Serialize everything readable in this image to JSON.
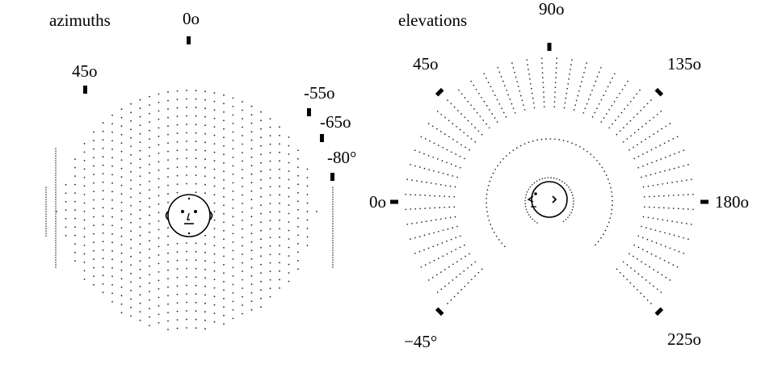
{
  "panels": {
    "azimuths": {
      "title": "azimuths",
      "labels": [
        {
          "key": "az0",
          "text": "0o"
        },
        {
          "key": "az45",
          "text": "45o"
        },
        {
          "key": "azm55",
          "text": "-55o"
        },
        {
          "key": "azm65",
          "text": "-65o"
        },
        {
          "key": "azm80",
          "text": "-80°"
        }
      ]
    },
    "elevations": {
      "title": "elevations",
      "labels": [
        {
          "key": "el90",
          "text": "90o"
        },
        {
          "key": "el45",
          "text": "45o"
        },
        {
          "key": "el135",
          "text": "135o"
        },
        {
          "key": "el0",
          "text": "0o"
        },
        {
          "key": "el180",
          "text": "180o"
        },
        {
          "key": "elm45",
          "text": "−45°"
        },
        {
          "key": "el225",
          "text": "225o"
        }
      ]
    }
  },
  "colors": {
    "ink": "#000000",
    "background": "#ffffff"
  }
}
